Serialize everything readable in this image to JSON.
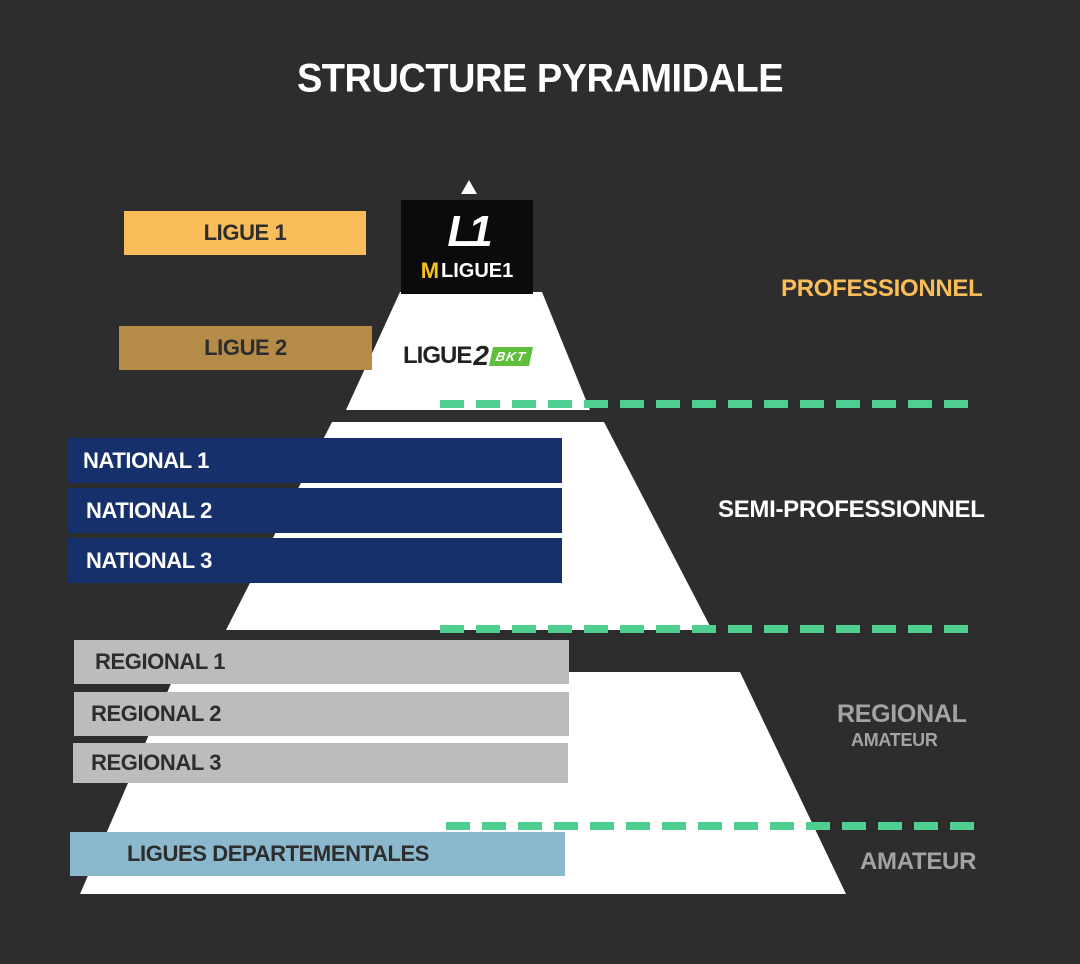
{
  "title": "STRUCTURE PYRAMIDALE",
  "leagues": {
    "ligue1": "LIGUE  1",
    "ligue2": "LIGUE 2",
    "national": [
      "NATIONAL 1",
      "NATIONAL 2",
      "NATIONAL 3"
    ],
    "regional": [
      "REGIONAL 1",
      "REGIONAL 2",
      "REGIONAL 3"
    ],
    "departementales": "LIGUES DEPARTEMENTALES"
  },
  "logos": {
    "ligue1_mark": "L1",
    "ligue1_sponsor": "M",
    "ligue1_text": "LIGUE1",
    "ligue2_text": "LIGUE",
    "ligue2_num": "2",
    "ligue2_sponsor": "BKT"
  },
  "tiers": {
    "professionnel": "PROFESSIONNEL",
    "semi": "SEMI-PROFESSIONNEL",
    "regional": "REGIONAL",
    "regional_sub": "AMATEUR",
    "amateur": "AMATEUR"
  },
  "colors": {
    "background": "#2d2d2d",
    "ligue1": "#fbbd5a",
    "ligue2": "#b58b48",
    "national": "#15306a",
    "regional": "#bcbcbc",
    "departementales": "#8bb8cc",
    "divider": "#4fcf8f",
    "pyramid": "#ffffff"
  }
}
